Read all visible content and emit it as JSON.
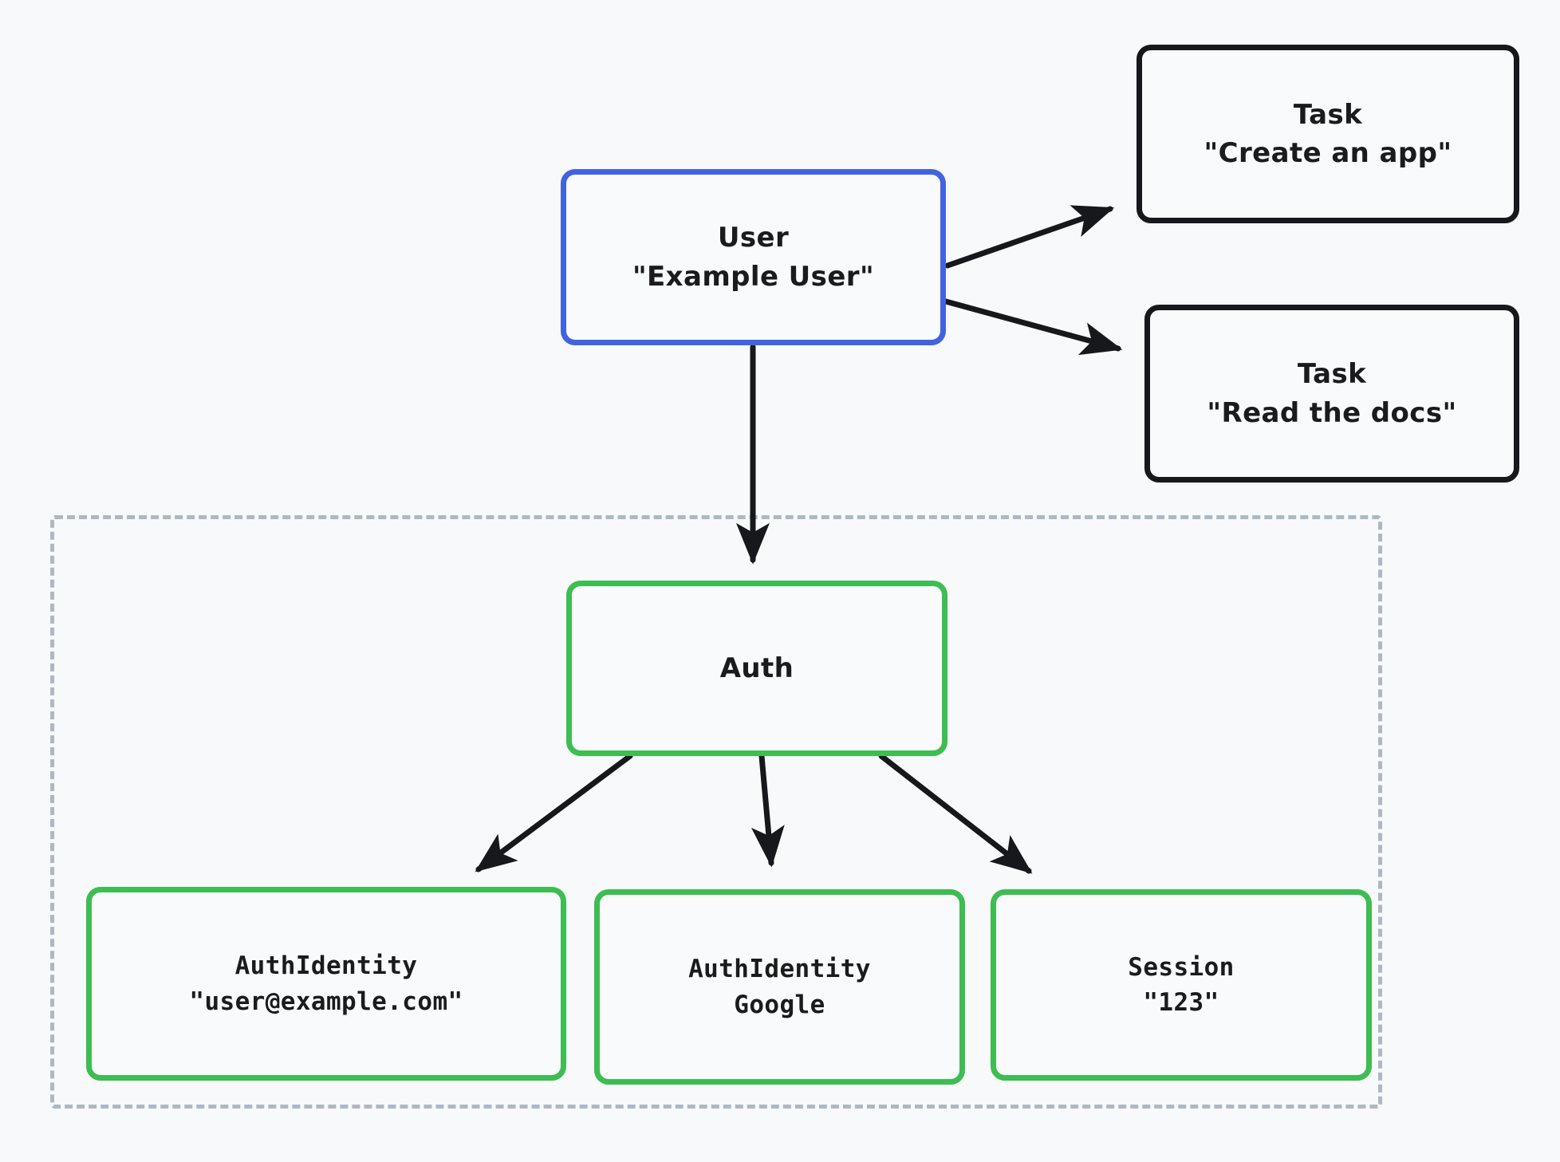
{
  "diagram": {
    "background_color": "#f7f9fb",
    "group": {
      "name": "auth-group",
      "border_color": "#aeb8c2",
      "border_style": "dashed"
    },
    "colors": {
      "blue": "#4263e0",
      "green": "#3dbd52",
      "black": "#16181c",
      "gray_dashed": "#aeb8c2",
      "node_fill": "#f8fafc",
      "text": "#1b1b1b"
    },
    "nodes": [
      {
        "id": "user",
        "title": "User",
        "subtitle": "\"Example User\"",
        "border_color": "#4263e0"
      },
      {
        "id": "task-1",
        "title": "Task",
        "subtitle": "\"Create an app\"",
        "border_color": "#16181c"
      },
      {
        "id": "task-2",
        "title": "Task",
        "subtitle": "\"Read the docs\"",
        "border_color": "#16181c"
      },
      {
        "id": "auth",
        "title": "Auth",
        "subtitle": "",
        "border_color": "#3dbd52"
      },
      {
        "id": "identity-email",
        "title": "AuthIdentity",
        "subtitle": "\"user@example.com\"",
        "border_color": "#3dbd52"
      },
      {
        "id": "identity-google",
        "title": "AuthIdentity",
        "subtitle": "Google",
        "border_color": "#3dbd52"
      },
      {
        "id": "session",
        "title": "Session",
        "subtitle": "\"123\"",
        "border_color": "#3dbd52"
      }
    ],
    "edges": [
      {
        "id": "user-to-task-1",
        "from": "user",
        "to": "task-1",
        "arrow": true
      },
      {
        "id": "user-to-task-2",
        "from": "user",
        "to": "task-2",
        "arrow": true
      },
      {
        "id": "user-to-auth",
        "from": "user",
        "to": "auth",
        "arrow": true
      },
      {
        "id": "auth-to-identity-email",
        "from": "auth",
        "to": "identity-email",
        "arrow": true
      },
      {
        "id": "auth-to-identity-google",
        "from": "auth",
        "to": "identity-google",
        "arrow": true
      },
      {
        "id": "auth-to-session",
        "from": "auth",
        "to": "session",
        "arrow": true
      }
    ]
  }
}
